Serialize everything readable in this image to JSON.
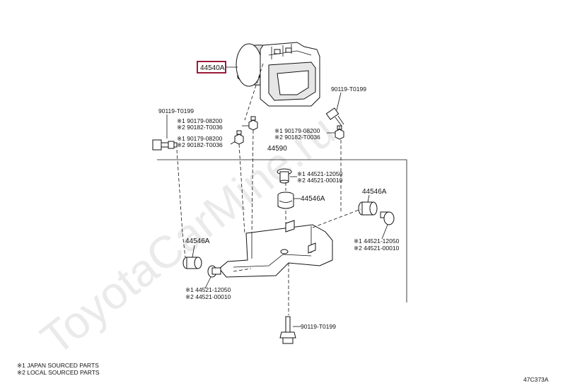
{
  "callouts": {
    "main_part": "44540A",
    "bolt_right_top": "90119-T0199",
    "bolt_left_top": "90119-T0199",
    "nut_left_1": "※1 90179-08200",
    "nut_left_2": "※2 90182-T0036",
    "nut_left_3": "※1 90179-08200",
    "nut_left_4": "※2 90182-T0036",
    "nut_mid_1": "※1 90179-08200",
    "nut_mid_2": "※2 90182-T0036",
    "bracket": "44590",
    "collar_top_1": "※1 44521-12050",
    "collar_top_2": "※2 44521-00010",
    "cushion_mid": "44546A",
    "cushion_right": "44546A",
    "collar_right_1": "※1 44521-12050",
    "collar_right_2": "※2 44521-00010",
    "cushion_left": "44546A",
    "collar_left_1": "※1 44521-12050",
    "collar_left_2": "※2 44521-00010",
    "bolt_bottom": "90119-T0199"
  },
  "footnotes": {
    "note1": "※1 JAPAN SOURCED PARTS",
    "note2": "※2 LOCAL SOURCED PARTS"
  },
  "diagram_code": "47C373A",
  "watermark": "ToyotaCarMine.ru",
  "colors": {
    "highlight": "#9b1b3a",
    "line": "#111111",
    "watermark": "#d9d9d9"
  }
}
